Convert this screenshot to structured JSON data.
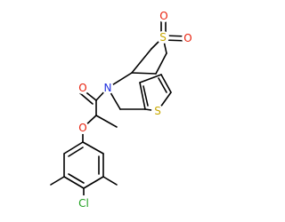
{
  "molecule": {
    "colors": {
      "bond": "#000000",
      "carbon": "#000000",
      "oxygen": "#e8220e",
      "nitrogen": "#1f2fdf",
      "sulfur": "#c8a800",
      "chlorine": "#1fa01f"
    },
    "atoms": {
      "sulfonyl_o_top": {
        "text": "O",
        "element": "oxygen"
      },
      "sulfonyl_o_right": {
        "text": "O",
        "element": "oxygen"
      },
      "sulfone_s": {
        "text": "S",
        "element": "sulfur"
      },
      "thiophene_s": {
        "text": "S",
        "element": "sulfur"
      },
      "amide_n": {
        "text": "N",
        "element": "nitrogen"
      },
      "carbonyl_o": {
        "text": "O",
        "element": "oxygen"
      },
      "ether_o": {
        "text": "O",
        "element": "oxygen"
      },
      "chlorine": {
        "text": "Cl",
        "element": "chlorine"
      }
    }
  }
}
